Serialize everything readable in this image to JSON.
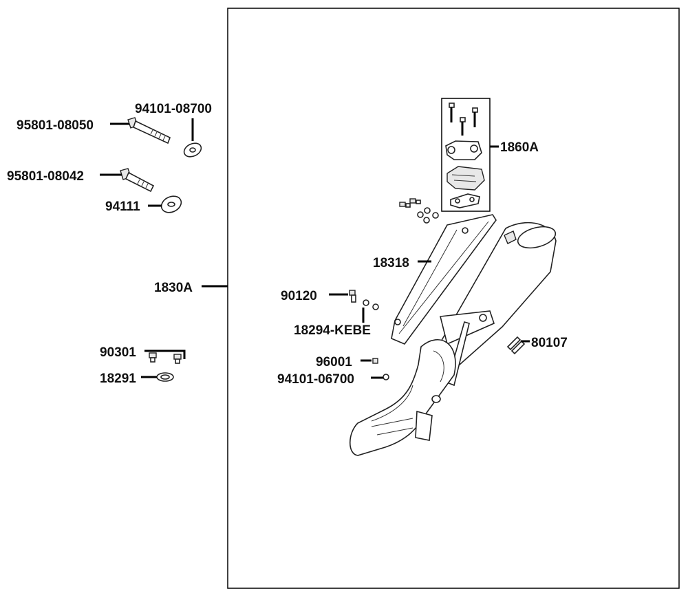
{
  "labels": {
    "p95801_08050": "95801-08050",
    "p94101_08700": "94101-08700",
    "p95801_08042": "95801-08042",
    "p94111": "94111",
    "p1830A": "1830A",
    "p90301": "90301",
    "p18291": "18291",
    "p1860A": "1860A",
    "p18318": "18318",
    "p90120": "90120",
    "p18294": "18294-KEBE",
    "p96001": "96001",
    "p94101_06700": "94101-06700",
    "p80107": "80107"
  }
}
